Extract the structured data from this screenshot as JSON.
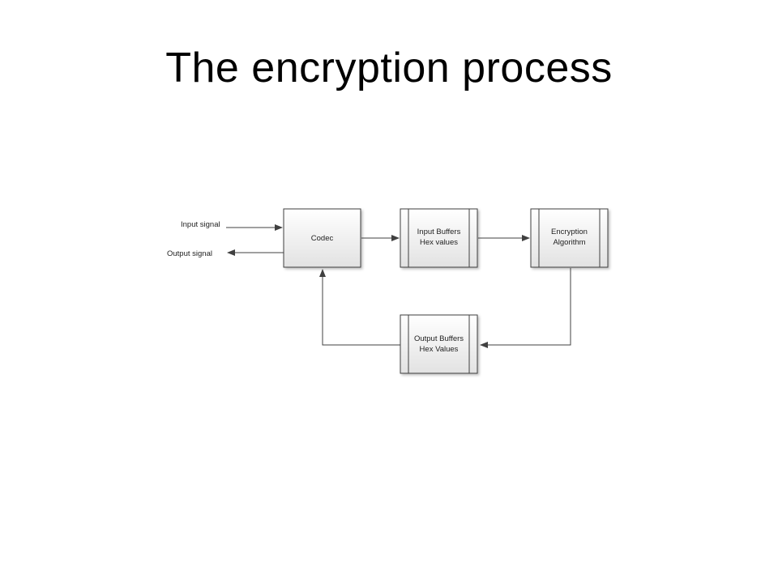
{
  "slide": {
    "title": "The encryption process"
  },
  "diagram": {
    "io": {
      "input_label": "Input signal",
      "output_label": "Output signal"
    },
    "nodes": {
      "codec": {
        "lines": [
          "Codec"
        ]
      },
      "input_buffers": {
        "lines": [
          "Input Buffers",
          "Hex values"
        ]
      },
      "encryption": {
        "lines": [
          "Encryption",
          "Algorithm"
        ]
      },
      "output_buffers": {
        "lines": [
          "Output Buffers",
          "Hex Values"
        ]
      }
    },
    "colors": {
      "box_top": "#ffffff",
      "box_bottom": "#e2e2e2",
      "stroke": "#404040"
    }
  }
}
